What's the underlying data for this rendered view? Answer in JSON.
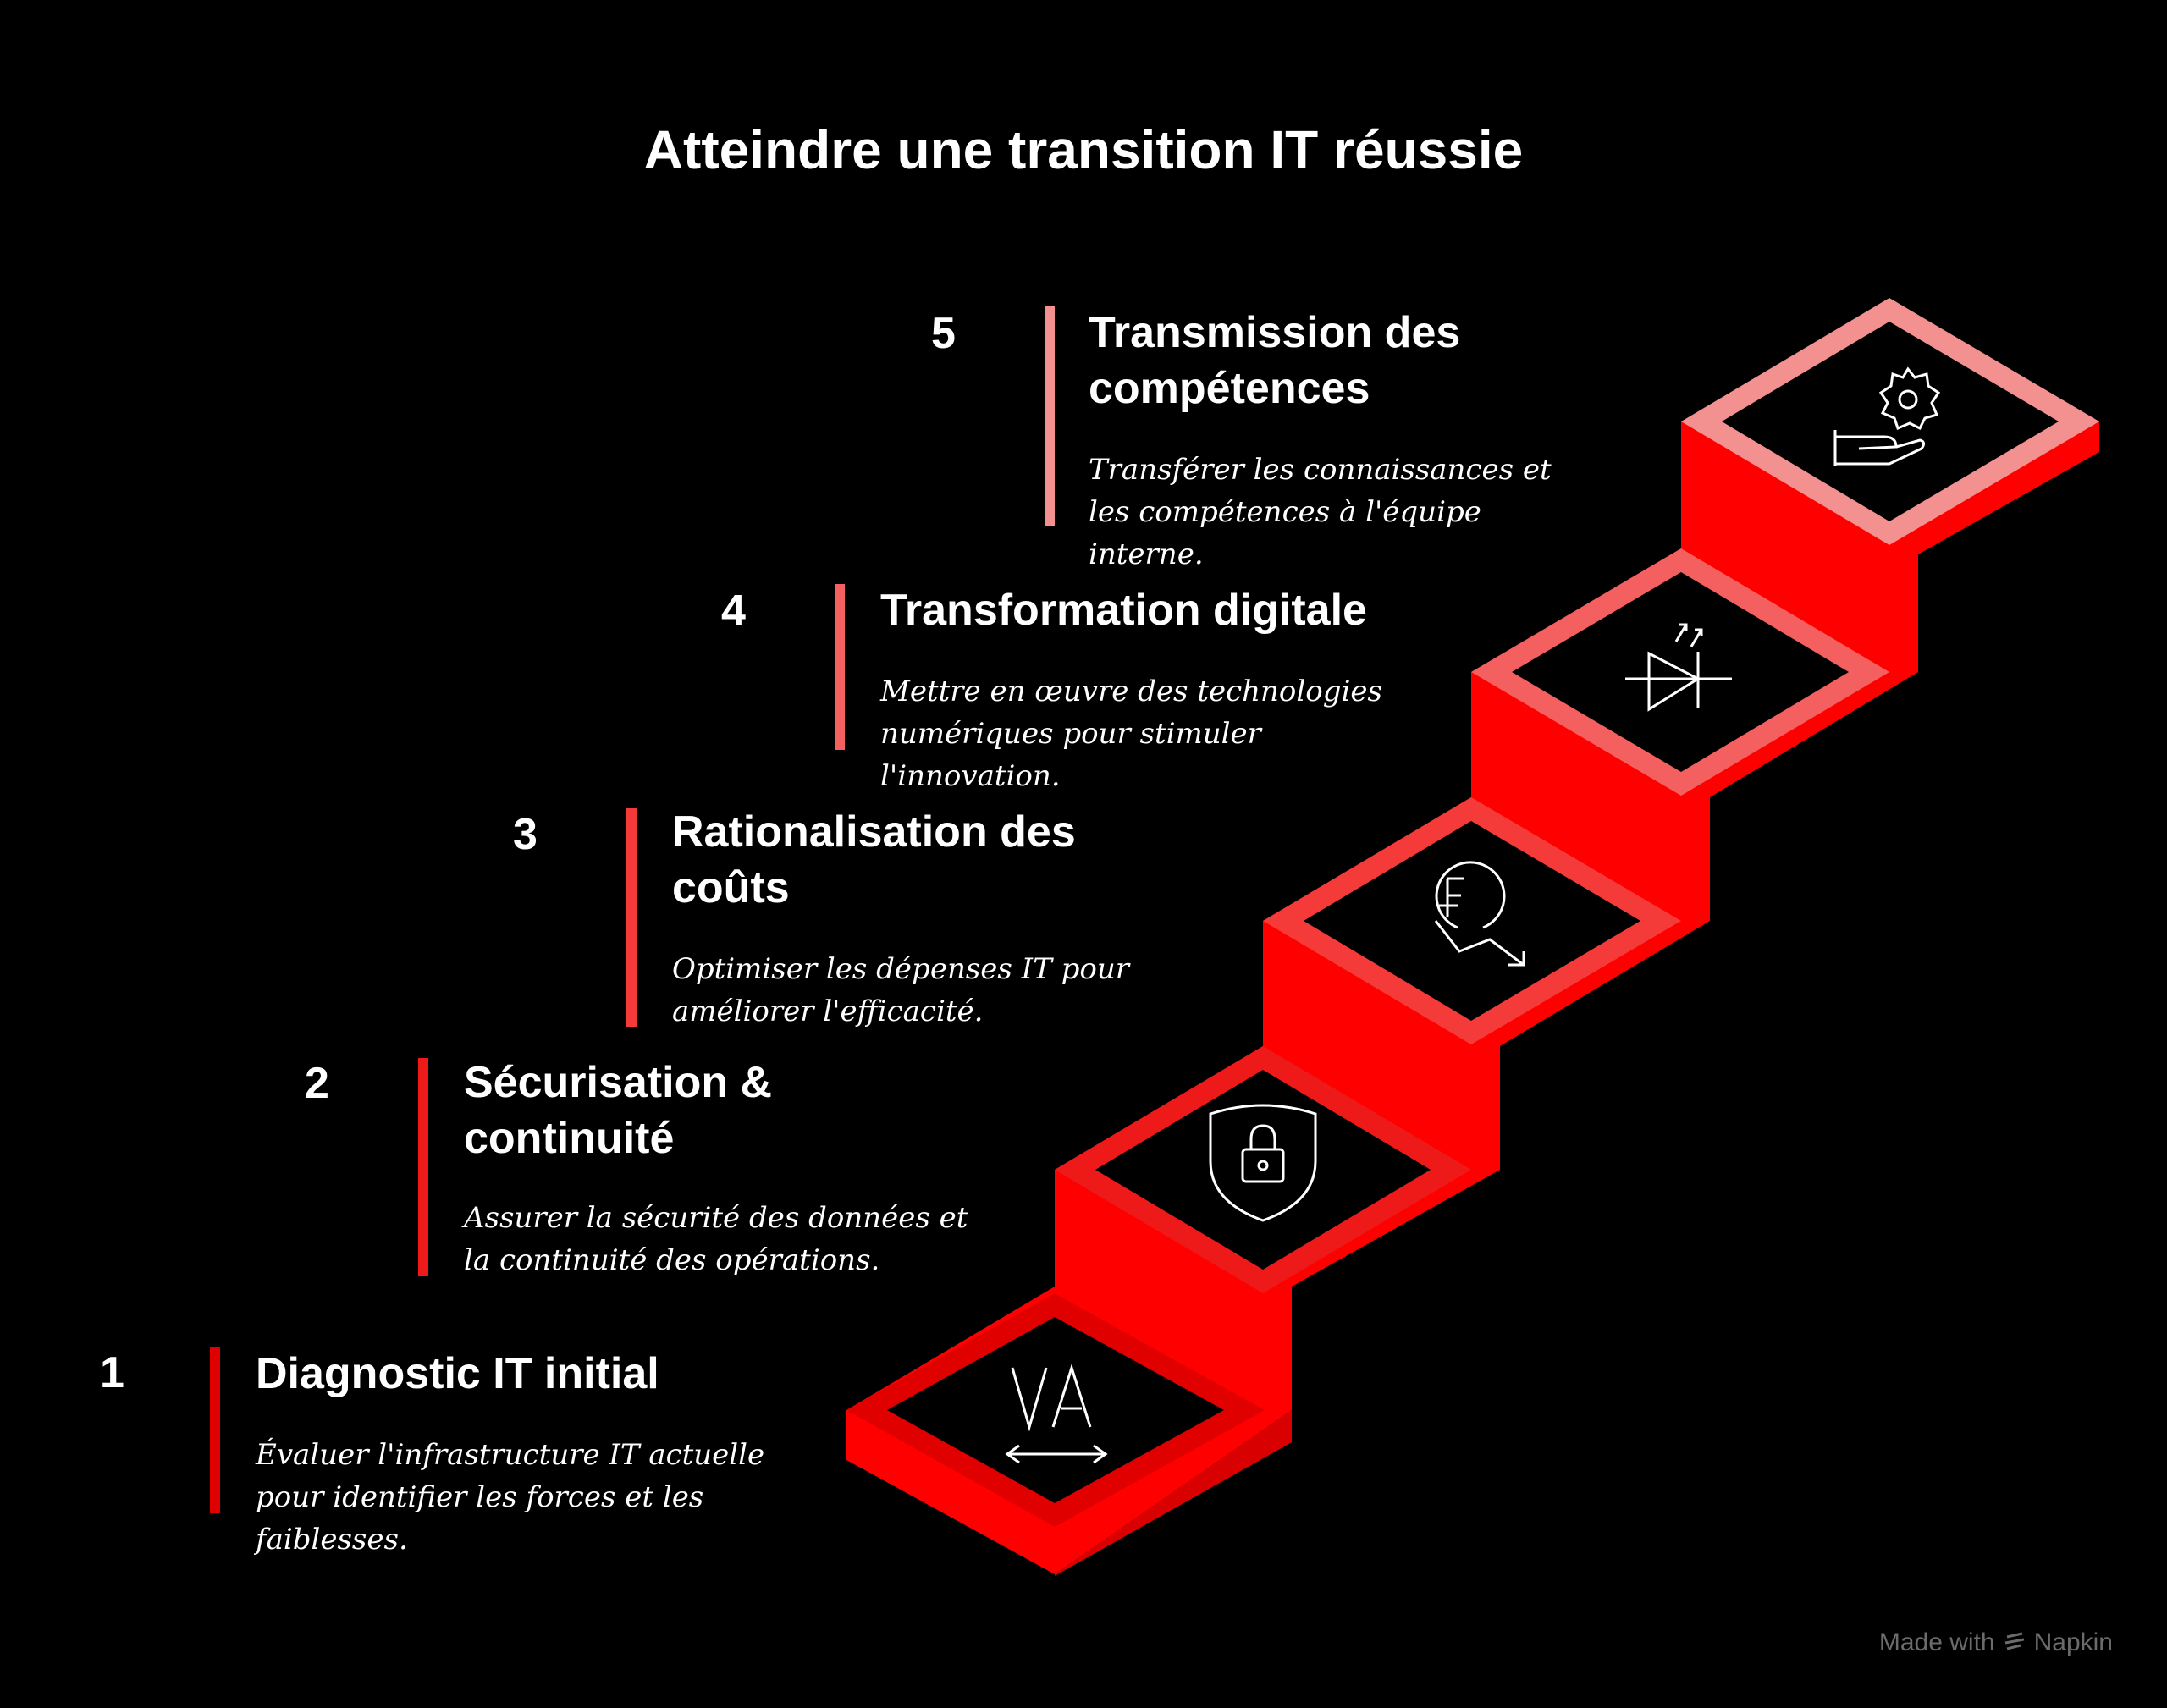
{
  "title": "Atteindre une transition IT réussie",
  "steps": [
    {
      "number": "1",
      "heading": "Diagnostic IT initial",
      "description": "Évaluer l'infrastructure IT actuelle pour identifier les forces et les faiblesses.",
      "icon": "va-arrows-icon",
      "color": "#e00000"
    },
    {
      "number": "2",
      "heading": "Sécurisation & continuité",
      "description": "Assurer la sécurité des données et la continuité des opérations.",
      "icon": "shield-lock-icon",
      "color": "#ee1a1a"
    },
    {
      "number": "3",
      "heading": "Rationalisation des coûts",
      "description": "Optimiser les dépenses IT pour améliorer l'efficacité.",
      "icon": "franc-trend-down-icon",
      "color": "#f53a3a"
    },
    {
      "number": "4",
      "heading": "Transformation digitale",
      "description": "Mettre en œuvre des technologies numériques pour stimuler l'innovation.",
      "icon": "led-diode-icon",
      "color": "#f46060"
    },
    {
      "number": "5",
      "heading": "Transmission des compétences",
      "description": "Transférer les connaissances et les compétences à l'équipe interne.",
      "icon": "hand-gear-icon",
      "color": "#f39090"
    }
  ],
  "colors": {
    "background": "#000000",
    "step_side": "#ff0000",
    "step_side_dark": "#d80000"
  },
  "watermark": {
    "text": "Made with",
    "brand": "Napkin"
  }
}
